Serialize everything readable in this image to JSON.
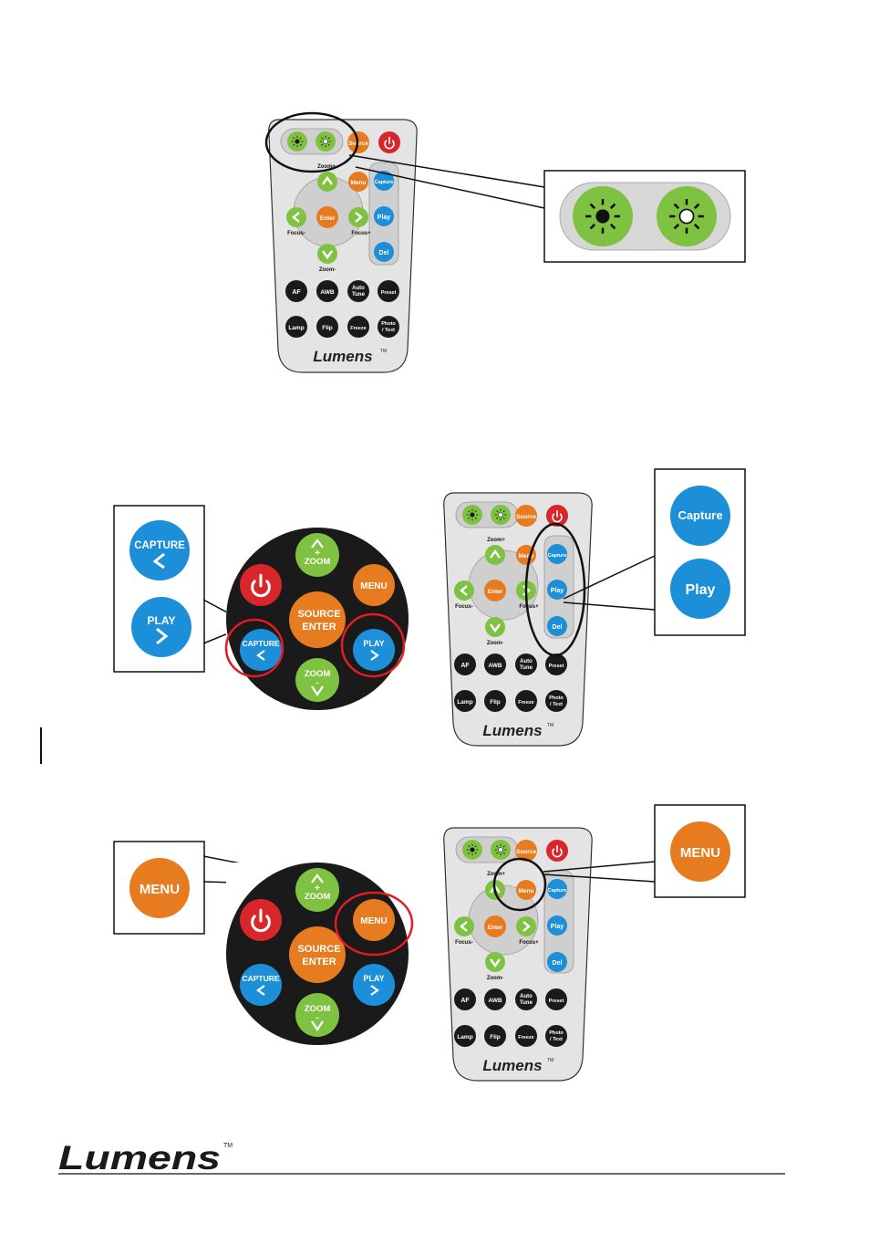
{
  "colors": {
    "green": "#7fc242",
    "orange": "#e77b1f",
    "blue": "#1c8fd8",
    "red": "#d8262a",
    "black": "#1a1a1a",
    "remote_body": "#e4e4e4",
    "highlight_red": "#e01c24"
  },
  "remote": {
    "source": "Source",
    "menu": "Menu",
    "enter": "Enter",
    "capture": "Capture",
    "play": "Play",
    "del": "Del",
    "zoom_plus": "Zoom+",
    "zoom_minus": "Zoom-",
    "focus_minus": "Focus-",
    "focus_plus": "Focus+",
    "af": "AF",
    "awb": "AWB",
    "auto": "Auto",
    "tune": "Tune",
    "preset": "Preset",
    "lamp": "Lamp",
    "flip": "Flip",
    "freeze": "Freeze",
    "photo": "Photo",
    "text": "/ Text",
    "brand": "Lumens",
    "tm": "TM"
  },
  "panel": {
    "source": "SOURCE",
    "enter": "ENTER",
    "menu": "MENU",
    "capture": "CAPTURE",
    "play": "PLAY",
    "zoom": "ZOOM",
    "plus": "+",
    "minus": "-"
  },
  "callouts": {
    "capture_large": "Capture",
    "play_large": "Play",
    "capture_upper": "CAPTURE",
    "play_upper": "PLAY",
    "menu_upper": "MENU"
  },
  "footer": {
    "logo": "Lumens",
    "tm": "TM"
  },
  "icons": {
    "brightness_down": "brightness-dark-sun-icon",
    "brightness_up": "brightness-light-sun-icon",
    "power": "power-icon",
    "arrow_up": "chevron-up-icon",
    "arrow_down": "chevron-down-icon",
    "arrow_left": "chevron-left-icon",
    "arrow_right": "chevron-right-icon"
  }
}
